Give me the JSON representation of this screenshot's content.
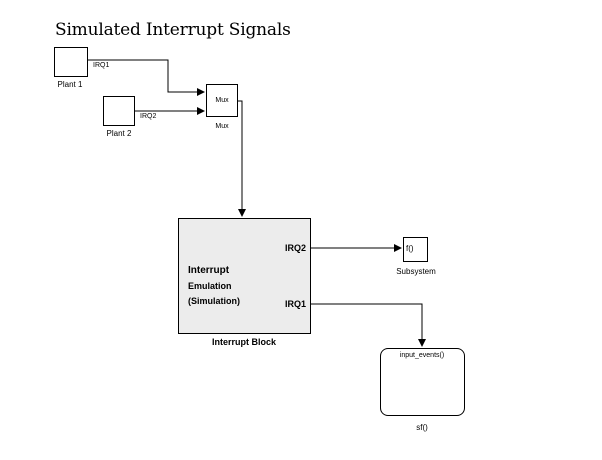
{
  "title": "Simulated Interrupt Signals",
  "blocks": {
    "plant1": {
      "label": "Plant 1",
      "icon": "pulse-generator-icon"
    },
    "plant2": {
      "label": "Plant 2",
      "icon": "pulse-generator-icon"
    },
    "mux": {
      "text": "Mux",
      "label": "Mux"
    },
    "interrupt": {
      "lines": [
        "Interrupt",
        "Emulation",
        "(Simulation)"
      ],
      "label": "Interrupt Block",
      "ports": {
        "out1": "IRQ2",
        "out2": "IRQ1"
      },
      "trigger_icon": "rising-edge-trigger-icon"
    },
    "subsystem": {
      "text": "f()",
      "label": "Subsystem"
    },
    "chart": {
      "text": "input_events()",
      "label": "sf()"
    }
  },
  "signals": {
    "s1": "IRQ1",
    "s2": "IRQ2"
  },
  "colors": {
    "block_fill": "#ececec",
    "line": "#000000",
    "background": "#ffffff"
  }
}
